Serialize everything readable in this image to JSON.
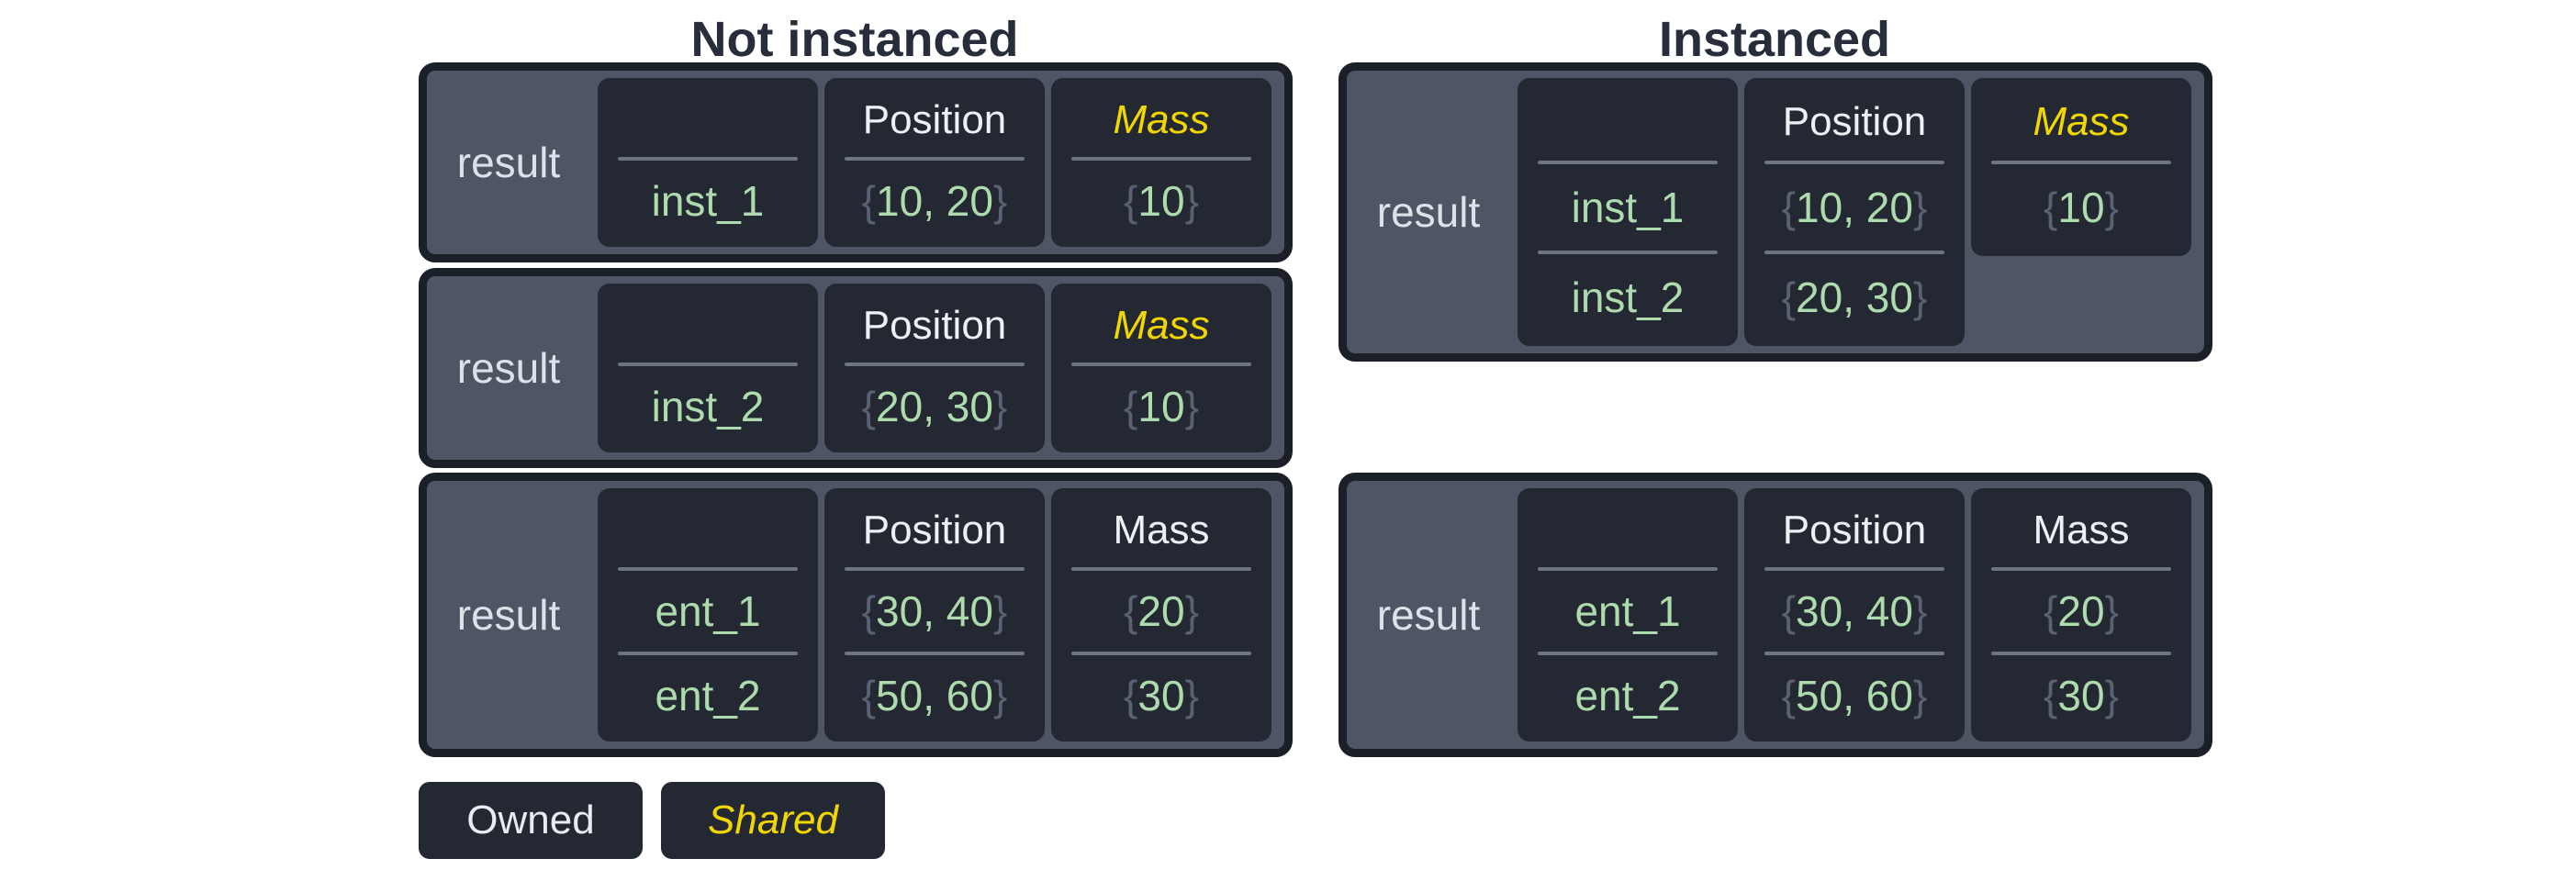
{
  "titles": {
    "not_instanced": "Not instanced",
    "instanced": "Instanced"
  },
  "legend": {
    "owned_label": "Owned",
    "shared_label": "Shared"
  },
  "colors": {
    "title_text": "#272d3b",
    "panel_fill": "#4e5565",
    "panel_border": "#1a1f28",
    "cell_background": "#232832",
    "result_text": "#dde1e8",
    "header_text": "#eef0f4",
    "shared_yellow": "#f2d600",
    "value_green": "#aedbae",
    "brace_gray": "#5a6173",
    "divider_gray": "#6d7482"
  },
  "tables": [
    {
      "id": "t-ni-1",
      "group": "not_instanced",
      "result_label": "result",
      "columns": [
        {
          "name": "entity",
          "header": "",
          "shared": false,
          "values": [
            "inst_1"
          ]
        },
        {
          "name": "position",
          "header": "Position",
          "shared": false,
          "values": [
            "{10, 20}"
          ]
        },
        {
          "name": "mass",
          "header": "Mass",
          "shared": true,
          "values": [
            "{10}"
          ]
        }
      ]
    },
    {
      "id": "t-ni-2",
      "group": "not_instanced",
      "result_label": "result",
      "columns": [
        {
          "name": "entity",
          "header": "",
          "shared": false,
          "values": [
            "inst_2"
          ]
        },
        {
          "name": "position",
          "header": "Position",
          "shared": false,
          "values": [
            "{20, 30}"
          ]
        },
        {
          "name": "mass",
          "header": "Mass",
          "shared": true,
          "values": [
            "{10}"
          ]
        }
      ]
    },
    {
      "id": "t-ni-3",
      "group": "not_instanced",
      "result_label": "result",
      "columns": [
        {
          "name": "entity",
          "header": "",
          "shared": false,
          "values": [
            "ent_1",
            "ent_2"
          ]
        },
        {
          "name": "position",
          "header": "Position",
          "shared": false,
          "values": [
            "{30, 40}",
            "{50, 60}"
          ]
        },
        {
          "name": "mass",
          "header": "Mass",
          "shared": false,
          "values": [
            "{20}",
            "{30}"
          ]
        }
      ]
    },
    {
      "id": "t-i-1",
      "group": "instanced",
      "result_label": "result",
      "columns": [
        {
          "name": "entity",
          "header": "",
          "shared": false,
          "values": [
            "inst_1",
            "inst_2"
          ]
        },
        {
          "name": "position",
          "header": "Position",
          "shared": false,
          "values": [
            "{10, 20}",
            "{20, 30}"
          ]
        },
        {
          "name": "mass",
          "header": "Mass",
          "shared": true,
          "values": [
            "{10}"
          ]
        }
      ]
    },
    {
      "id": "t-i-2",
      "group": "instanced",
      "result_label": "result",
      "columns": [
        {
          "name": "entity",
          "header": "",
          "shared": false,
          "values": [
            "ent_1",
            "ent_2"
          ]
        },
        {
          "name": "position",
          "header": "Position",
          "shared": false,
          "values": [
            "{30, 40}",
            "{50, 60}"
          ]
        },
        {
          "name": "mass",
          "header": "Mass",
          "shared": false,
          "values": [
            "{20}",
            "{30}"
          ]
        }
      ]
    }
  ]
}
